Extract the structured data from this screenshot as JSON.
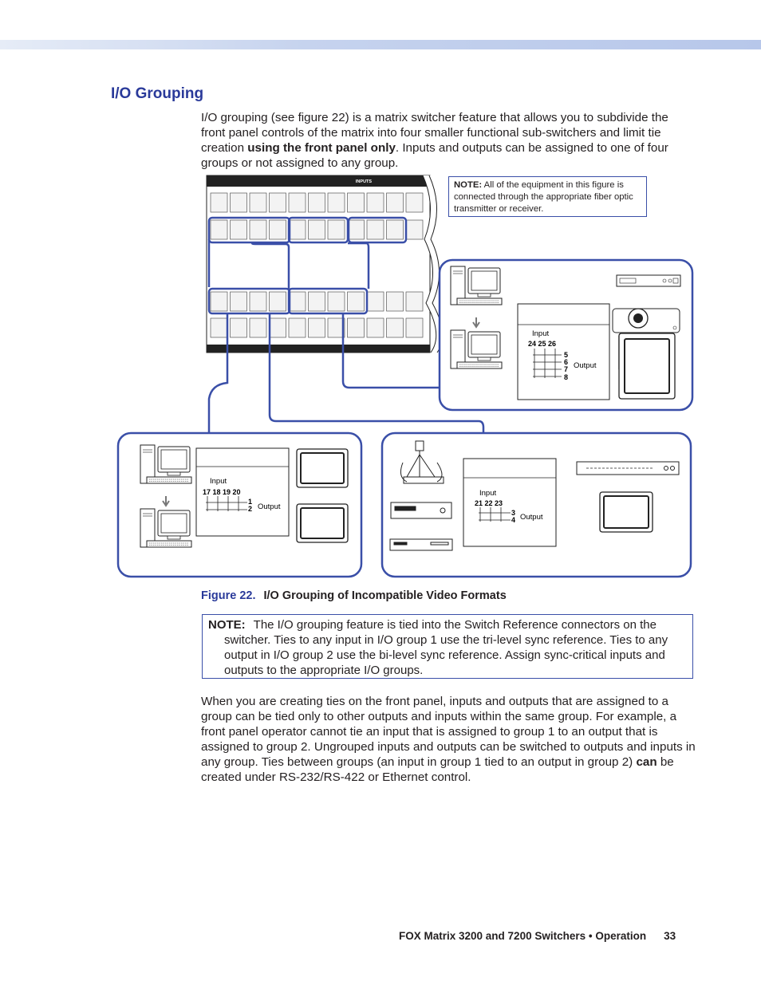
{
  "heading": "I/O Grouping",
  "para1": {
    "pre": "I/O grouping (see figure 22) is a matrix switcher feature that allows you to subdivide the front panel controls of the matrix into four smaller functional sub-switchers and limit tie creation ",
    "bold": "using the front panel only",
    "post": ". Inputs and outputs can be assigned to one of four groups or not assigned to any group."
  },
  "figure": {
    "panel_label": "INPUTS",
    "note_label": "NOTE:",
    "note_text": "All of the equipment in this figure is connected through the appropriate fiber optic transmitter or receiver.",
    "groups": [
      {
        "input_label": "Input",
        "inputs": "17 18 19 20",
        "outputs": [
          "1",
          "2"
        ],
        "output_label": "Output"
      },
      {
        "input_label": "Input",
        "inputs": "21 22 23",
        "outputs": [
          "3",
          "4"
        ],
        "output_label": "Output"
      },
      {
        "input_label": "Input",
        "inputs": "24 25 26",
        "outputs": [
          "5",
          "6",
          "7",
          "8"
        ],
        "output_label": "Output"
      }
    ],
    "outline_color": "#3a4fa8"
  },
  "caption": {
    "number": "Figure 22.",
    "title": "I/O Grouping of Incompatible Video Formats"
  },
  "note": {
    "label": "NOTE:",
    "text": "The I/O grouping feature is tied into the Switch Reference connectors on the switcher. Ties to any input in I/O group 1 use the tri-level sync reference. Ties to any output in I/O group 2 use the bi-level sync reference. Assign sync-critical inputs and outputs to the appropriate I/O groups."
  },
  "para2": {
    "pre": "When you are creating ties on the front panel, inputs and outputs that are assigned to a group can be tied only to other outputs and inputs within the same group. For example, a front panel operator cannot tie an input that is assigned to group 1 to an output that is assigned to group 2. Ungrouped inputs and outputs can be switched to outputs and inputs in any group. Ties between groups (an input in group 1 tied to an output in group 2) ",
    "bold": "can",
    "post": " be created under RS-232/RS-422 or Ethernet control."
  },
  "footer": {
    "title": "FOX Matrix 3200 and 7200 Switchers • Operation",
    "page": "33"
  }
}
